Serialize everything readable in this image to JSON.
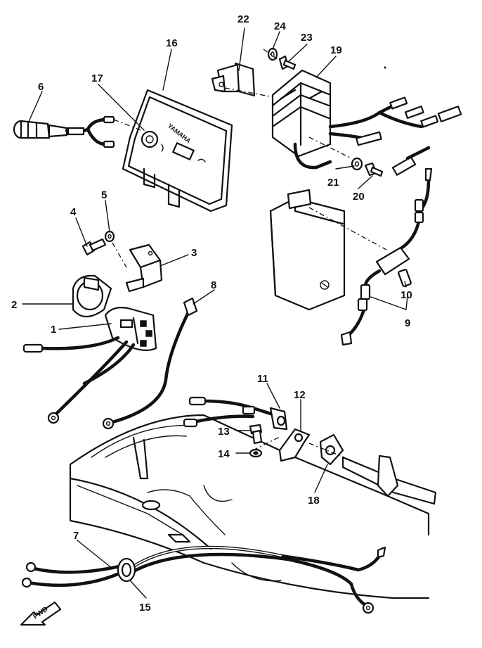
{
  "callouts": [
    {
      "id": "c1",
      "text": "1"
    },
    {
      "id": "c2",
      "text": "2"
    },
    {
      "id": "c3",
      "text": "3"
    },
    {
      "id": "c4",
      "text": "4"
    },
    {
      "id": "c5",
      "text": "5"
    },
    {
      "id": "c6",
      "text": "6"
    },
    {
      "id": "c7",
      "text": "7"
    },
    {
      "id": "c8",
      "text": "8"
    },
    {
      "id": "c9",
      "text": "9"
    },
    {
      "id": "c10",
      "text": "10"
    },
    {
      "id": "c11",
      "text": "11"
    },
    {
      "id": "c12",
      "text": "12"
    },
    {
      "id": "c13",
      "text": "13"
    },
    {
      "id": "c14",
      "text": "14"
    },
    {
      "id": "c15",
      "text": "15"
    },
    {
      "id": "c16",
      "text": "16"
    },
    {
      "id": "c17",
      "text": "17"
    },
    {
      "id": "c18",
      "text": "18"
    },
    {
      "id": "c19",
      "text": "19"
    },
    {
      "id": "c20",
      "text": "20"
    },
    {
      "id": "c21",
      "text": "21"
    },
    {
      "id": "c22",
      "text": "22"
    },
    {
      "id": "c23",
      "text": "23"
    },
    {
      "id": "c24",
      "text": "24"
    }
  ],
  "panel_brand": "YAMAHA",
  "direction_arrow": "FWD"
}
